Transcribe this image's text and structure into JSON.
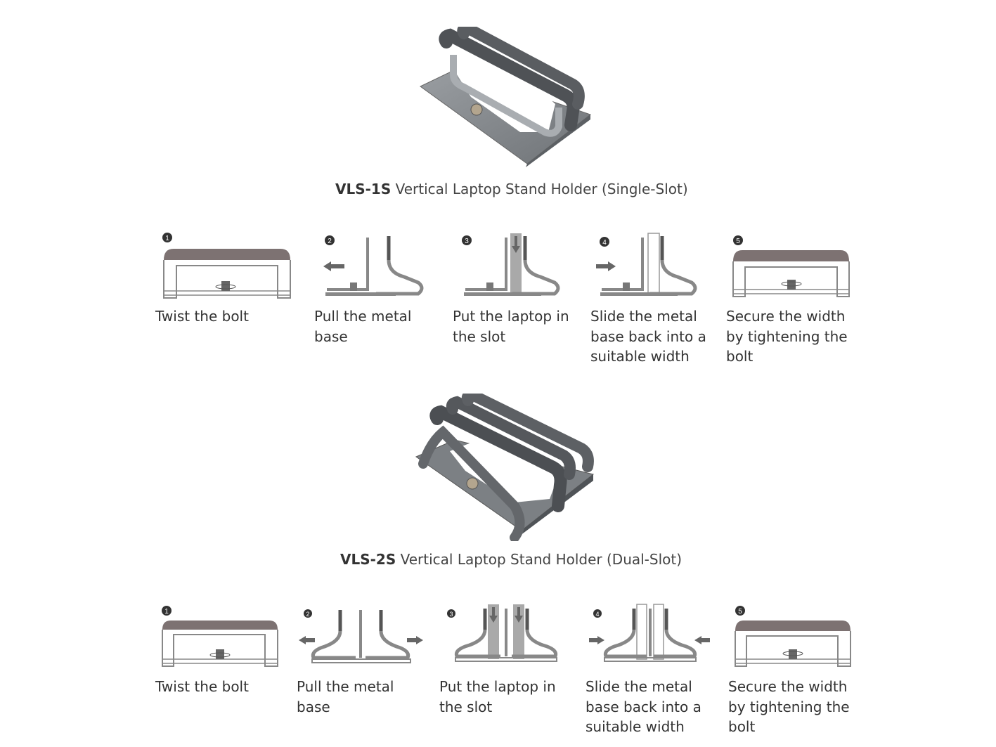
{
  "products": [
    {
      "model": "VLS-1S",
      "name": "Vertical Laptop Stand Holder (Single-Slot)",
      "steps": [
        {
          "number": "1",
          "label": "Twist the bolt"
        },
        {
          "number": "2",
          "label": "Pull the metal base"
        },
        {
          "number": "3",
          "label": "Put the laptop in the slot"
        },
        {
          "number": "4",
          "label": "Slide the metal base back into a suitable width"
        },
        {
          "number": "5",
          "label": "Secure the width by tightening the bolt"
        }
      ]
    },
    {
      "model": "VLS-2S",
      "name": "Vertical Laptop Stand Holder (Dual-Slot)",
      "steps": [
        {
          "number": "1",
          "label": "Twist the bolt"
        },
        {
          "number": "2",
          "label": "Pull the metal base"
        },
        {
          "number": "3",
          "label": "Put the laptop in the slot"
        },
        {
          "number": "4",
          "label": "Slide the metal base back into a suitable width"
        },
        {
          "number": "5",
          "label": "Secure the width by tightening the bolt"
        }
      ]
    }
  ],
  "colors": {
    "metal": "#8a8d90",
    "pad": "#5d5f63",
    "cap": "#7d7272",
    "outline": "#9a9a9a"
  }
}
